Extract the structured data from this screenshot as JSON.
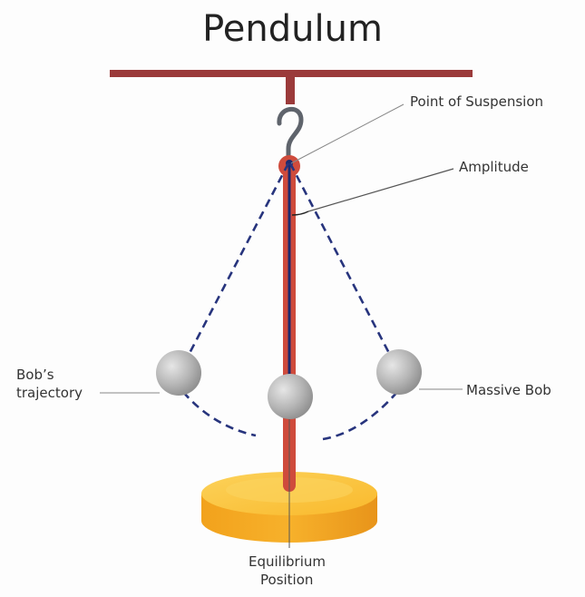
{
  "title": "Pendulum",
  "labels": {
    "point_of_suspension": "Point of Suspension",
    "amplitude": "Amplitude",
    "bobs_trajectory_line1": "Bob’s",
    "bobs_trajectory_line2": "trajectory",
    "massive_bob": "Massive Bob",
    "equilibrium_line1": "Equilibrium",
    "equilibrium_line2": "Position"
  },
  "colors": {
    "frame_rod": "#9b3a3a",
    "pendulum_rod": "#cf4b3c",
    "string": "#1d2a6e",
    "trajectory": "#27347d",
    "bob": "#b8b8b8",
    "base_top": "#fbc43a",
    "base_side": "#f3a21d",
    "hook": "#5f646c",
    "leader_line": "#888888"
  }
}
